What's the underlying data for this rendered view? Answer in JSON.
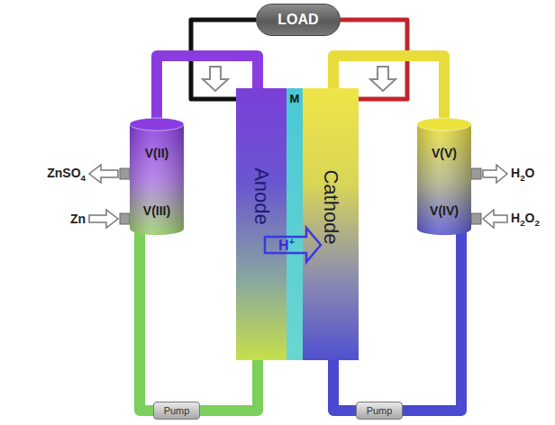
{
  "diagram": {
    "nodes": [
      {
        "text": [
          "LOAD"
        ]
      },
      {
        "text": [
          "V(II)",
          "V(III)"
        ]
      },
      {
        "text": [
          "Anode"
        ]
      },
      {
        "text": [
          "M"
        ]
      },
      {
        "text": [
          "Cathode"
        ]
      },
      {
        "text": [
          "V(V)",
          "V(IV)"
        ]
      },
      {
        "text": [
          "Pump"
        ]
      },
      {
        "text": [
          "Pump"
        ]
      }
    ],
    "edges": [
      {
        "from": 0,
        "to": 2,
        "arrow": "none"
      },
      {
        "from": 0,
        "to": 4,
        "arrow": "none"
      },
      {
        "from": 1,
        "to": 2,
        "arrow": "none"
      },
      {
        "from": 4,
        "to": 5,
        "arrow": "none"
      },
      {
        "from": 1,
        "to": 6,
        "arrow": "none"
      },
      {
        "from": 6,
        "to": 2,
        "arrow": "none"
      },
      {
        "from": 5,
        "to": 7,
        "arrow": "none"
      },
      {
        "from": 7,
        "to": 4,
        "arrow": "none"
      }
    ],
    "labels": [
      "ZnSO4",
      "Zn",
      "H2O",
      "H2O2",
      "H+"
    ]
  }
}
